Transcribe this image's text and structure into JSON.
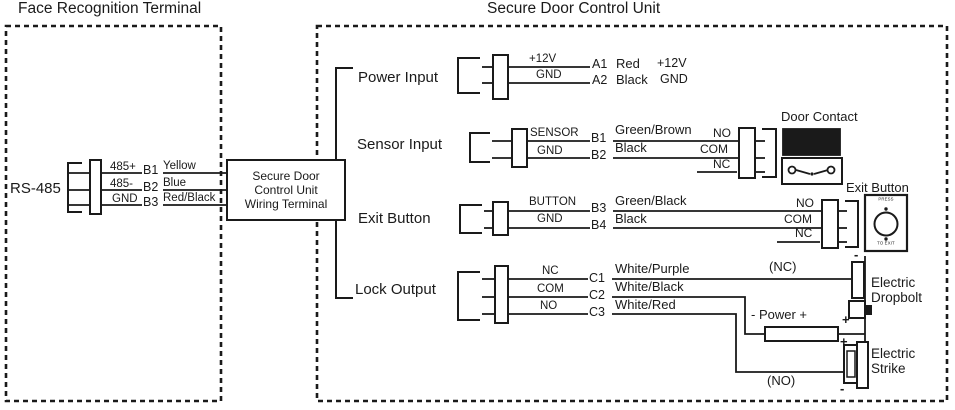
{
  "titles": {
    "left": "Face Recognition Terminal",
    "right": "Secure Door Control Unit"
  },
  "rs485": {
    "label": "RS-485",
    "pin1": "485+",
    "pin2": "485-",
    "pin3": "GND",
    "t1": "B1",
    "t2": "B2",
    "t3": "B3",
    "w1": "Yellow",
    "w2": "Blue",
    "w3": "Red/Black"
  },
  "terminal_box": {
    "l1": "Secure Door",
    "l2": "Control Unit",
    "l3": "Wiring Terminal"
  },
  "power": {
    "label": "Power Input",
    "pin1": "+12V",
    "pin2": "GND",
    "t1": "A1",
    "t2": "A2",
    "w1": "Red",
    "w2": "Black",
    "s1": "+12V",
    "s2": "GND"
  },
  "sensor": {
    "label": "Sensor Input",
    "pin1": "SENSOR",
    "pin2": "GND",
    "t1": "B1",
    "t2": "B2",
    "w1": "Green/Brown",
    "w2": "Black",
    "no": "NO",
    "com": "COM",
    "nc": "NC",
    "device": "Door Contact"
  },
  "exit": {
    "label": "Exit Button",
    "pin1": "BUTTON",
    "pin2": "GND",
    "t1": "B3",
    "t2": "B4",
    "w1": "Green/Black",
    "w2": "Black",
    "no": "NO",
    "com": "COM",
    "nc": "NC",
    "device": "Exit Button",
    "press": "PRESS",
    "to_exit": "TO EXIT"
  },
  "lock": {
    "label": "Lock Output",
    "pin1": "NC",
    "pin2": "COM",
    "pin3": "NO",
    "t1": "C1",
    "t2": "C2",
    "t3": "C3",
    "w1": "White/Purple",
    "w2": "White/Black",
    "w3": "White/Red",
    "nc_tag": "(NC)",
    "no_tag": "(NO)",
    "power": "- Power +"
  },
  "dropbolt": {
    "minus": "-",
    "plus": "+",
    "name1": "Electric",
    "name2": "Dropbolt"
  },
  "strike": {
    "plus": "+",
    "minus": "-",
    "name1": "Electric",
    "name2": "Strike"
  },
  "colors": {
    "ink": "#1a1a1a",
    "background": "#ffffff"
  }
}
